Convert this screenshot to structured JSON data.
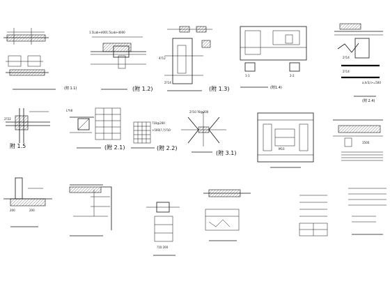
{
  "sheet": {
    "details": [
      {
        "id": "d11",
        "caption": "",
        "tag": "(附 1.1)",
        "labels": []
      },
      {
        "id": "d12",
        "caption": "",
        "tag": "(附 1.2)",
        "labels": [
          "1.5Lab+d001.5Lab+d000"
        ]
      },
      {
        "id": "d13",
        "caption": "",
        "tag": "(附 1.3)",
        "labels": [
          "4?12",
          "2?14"
        ]
      },
      {
        "id": "d14",
        "caption": "",
        "tag": "(附1.4)",
        "labels": [
          "1-1",
          "2-2"
        ]
      },
      {
        "id": "d24",
        "caption": "",
        "tag": "(附 2.4)",
        "labels": [
          "2?14",
          "2?14",
          "a,h/3,l>=500"
        ]
      },
      {
        "id": "d15",
        "caption": "",
        "tag": "附 1.5",
        "labels": [
          "2?22"
        ]
      },
      {
        "id": "d21",
        "caption": "",
        "tag": "(附 2.1)",
        "labels": [
          "L*h0"
        ]
      },
      {
        "id": "d22",
        "caption": "",
        "tag": "(附 2.2)",
        "labels": [
          "?10@200",
          ">500(?,?)?10"
        ]
      },
      {
        "id": "d31",
        "caption": "",
        "tag": "(附 3.1)",
        "labels": [
          "2?10 ?8@200"
        ]
      },
      {
        "id": "d32",
        "caption": "",
        "tag": "",
        "labels": [
          "M10"
        ]
      },
      {
        "id": "d33",
        "caption": "",
        "tag": "",
        "labels": [
          "1500"
        ]
      },
      {
        "id": "d41",
        "caption": "",
        "tag": "",
        "labels": [
          "200",
          "200"
        ]
      },
      {
        "id": "d42",
        "caption": "",
        "tag": "",
        "labels": []
      },
      {
        "id": "d43",
        "caption": "",
        "tag": "",
        "labels": [
          "?10 200"
        ]
      },
      {
        "id": "d44",
        "caption": "",
        "tag": "",
        "labels": []
      },
      {
        "id": "d45",
        "caption": "",
        "tag": "",
        "labels": []
      }
    ]
  }
}
